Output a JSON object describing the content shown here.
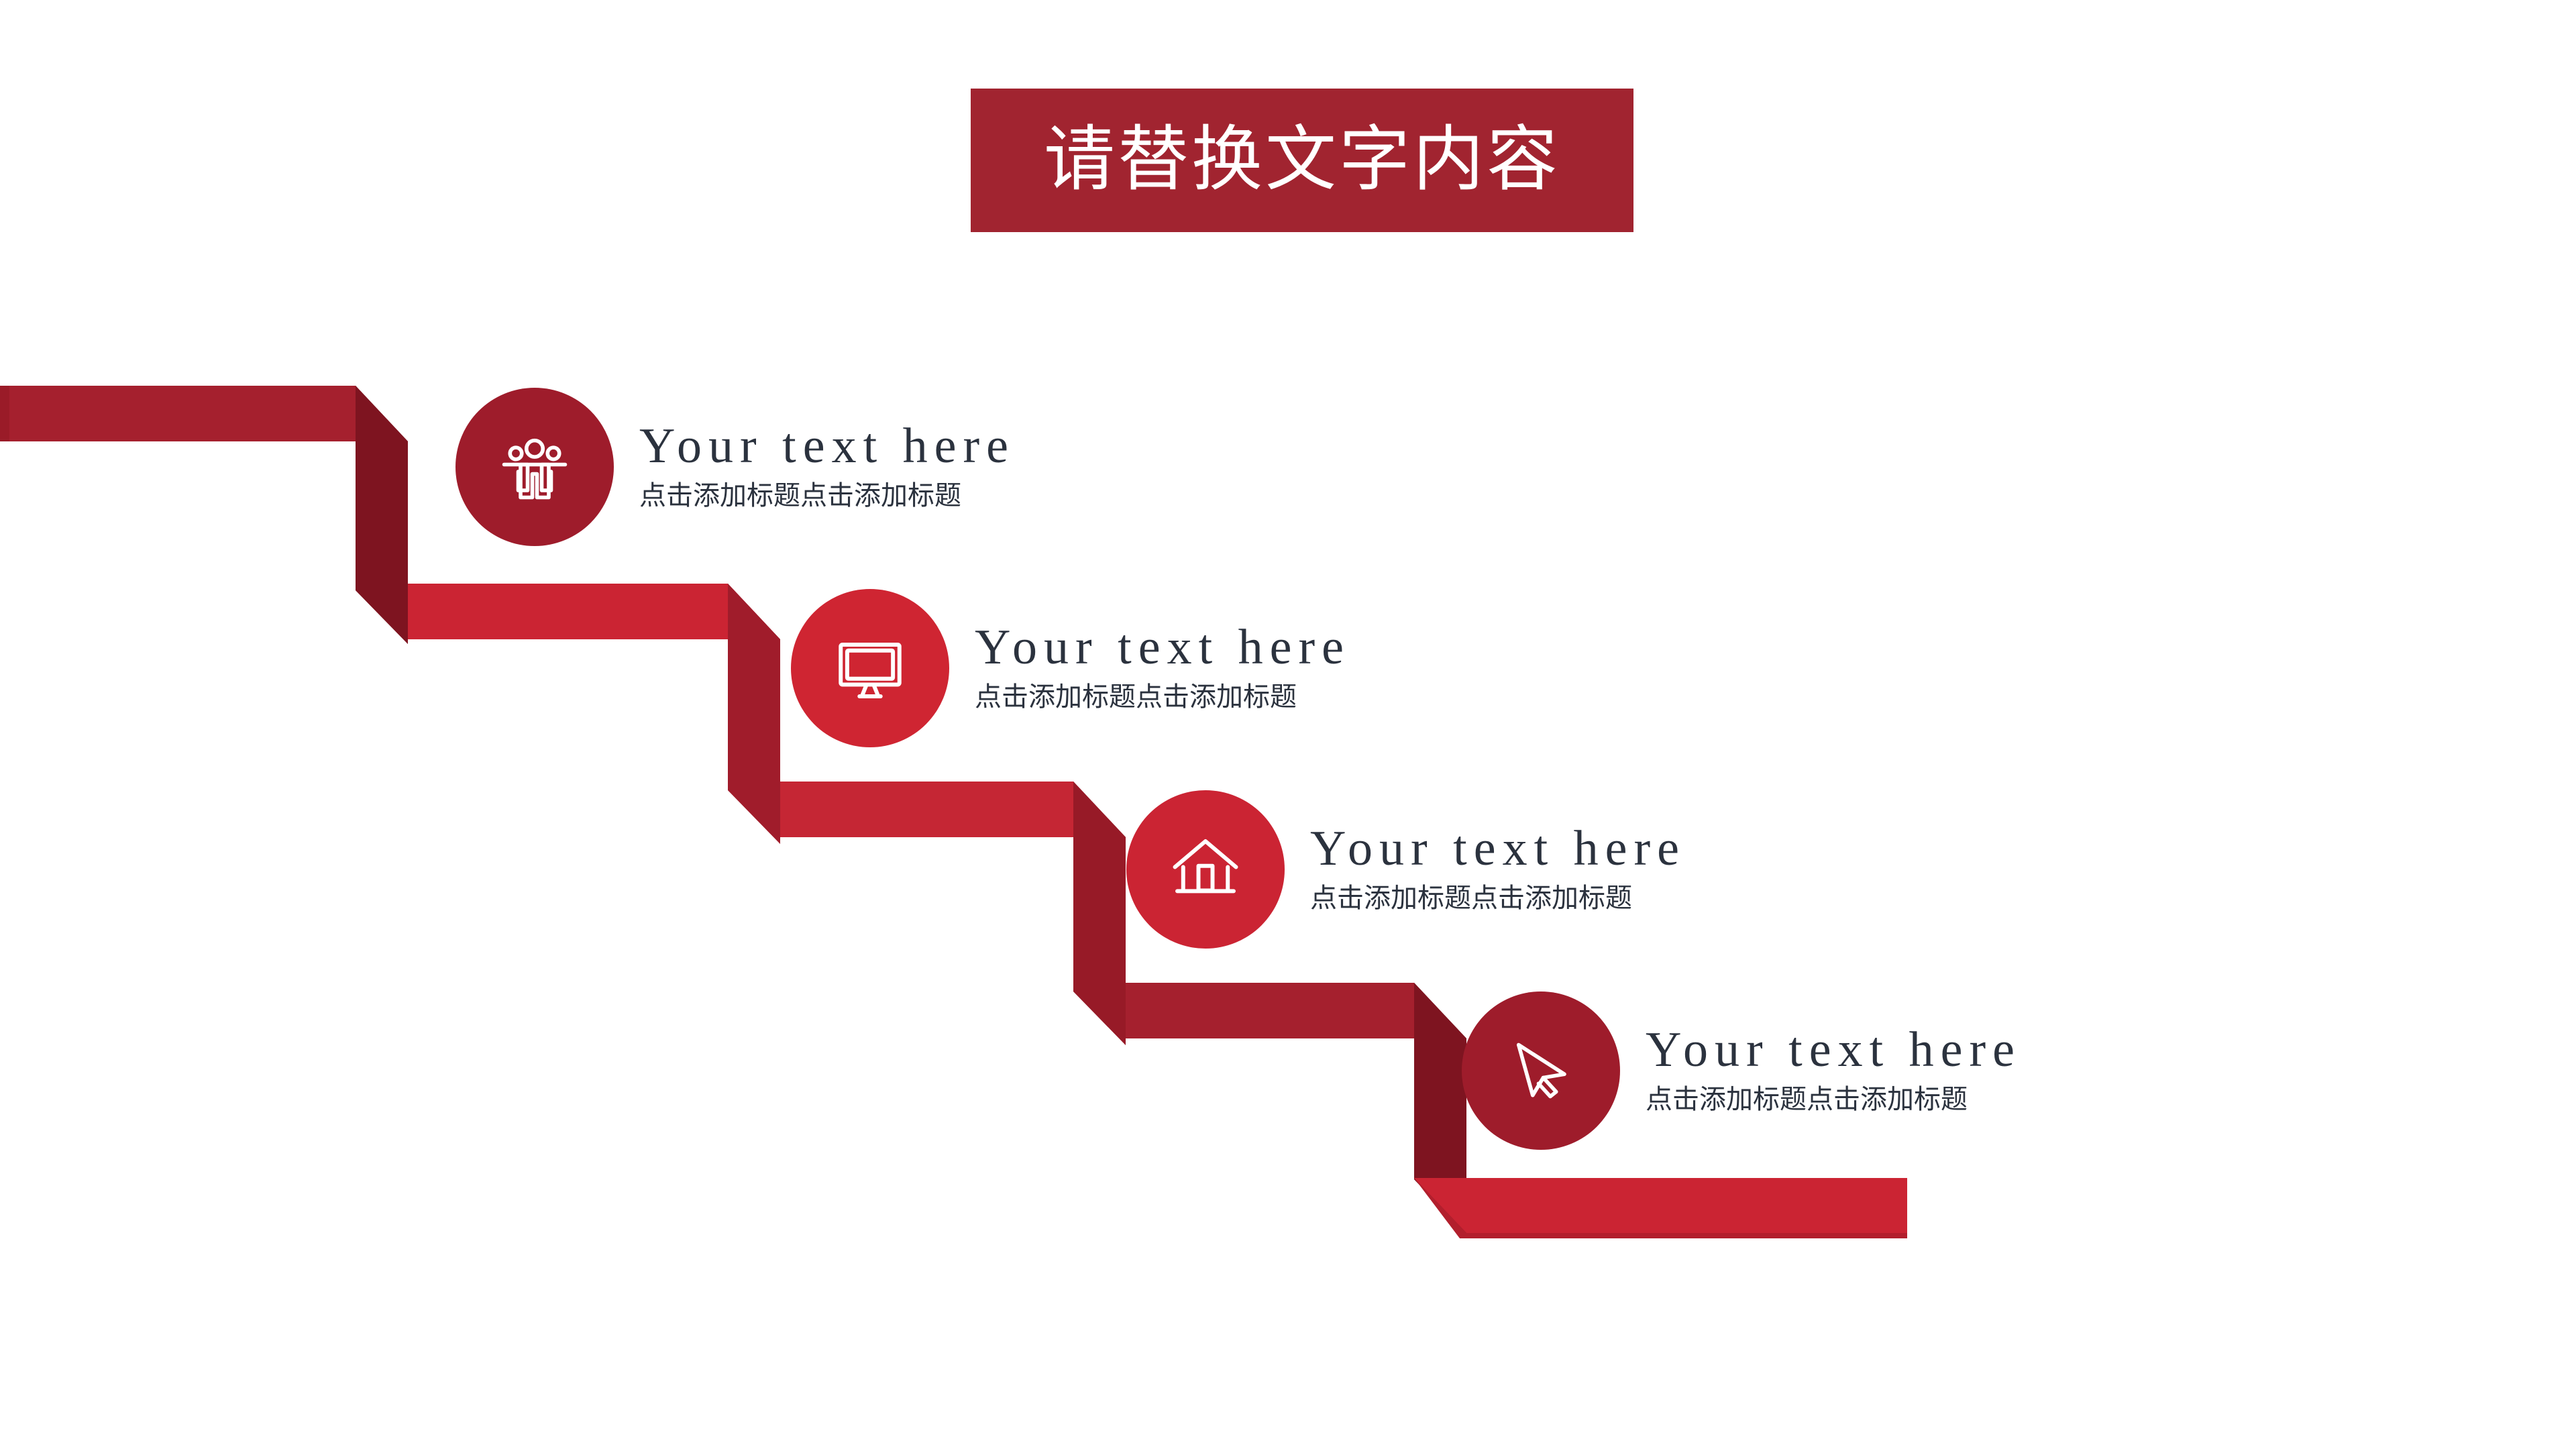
{
  "slide": {
    "background_color": "#FFFFFF",
    "title": {
      "text": "请替换文字内容",
      "banner_color": "#A12430",
      "text_color": "#FFFFFF"
    },
    "text_color": "#2B323E"
  },
  "palette": {
    "dark_red": "#A01C2B",
    "mid_red": "#A82230",
    "bright_red": "#CC2736",
    "deep_red": "#8A1622",
    "shadow_red": "#7E131F",
    "circle_1": "#9E1C2B",
    "circle_2": "#CF2532",
    "circle_3": "#CB2433",
    "circle_4": "#9E1C2B"
  },
  "steps": [
    {
      "index": 1,
      "icon": "group-people-icon",
      "circle_color": "#9E1C2B",
      "title": "Your text here",
      "subtitle": "点击添加标题点击添加标题"
    },
    {
      "index": 2,
      "icon": "desktop-monitor-icon",
      "circle_color": "#CF2532",
      "title": "Your text here",
      "subtitle": "点击添加标题点击添加标题"
    },
    {
      "index": 3,
      "icon": "home-house-icon",
      "circle_color": "#CB2433",
      "title": "Your text here",
      "subtitle": "点击添加标题点击添加标题"
    },
    {
      "index": 4,
      "icon": "cursor-pointer-icon",
      "circle_color": "#9E1C2B",
      "title": "Your text here",
      "subtitle": "点击添加标题点击添加标题"
    }
  ]
}
